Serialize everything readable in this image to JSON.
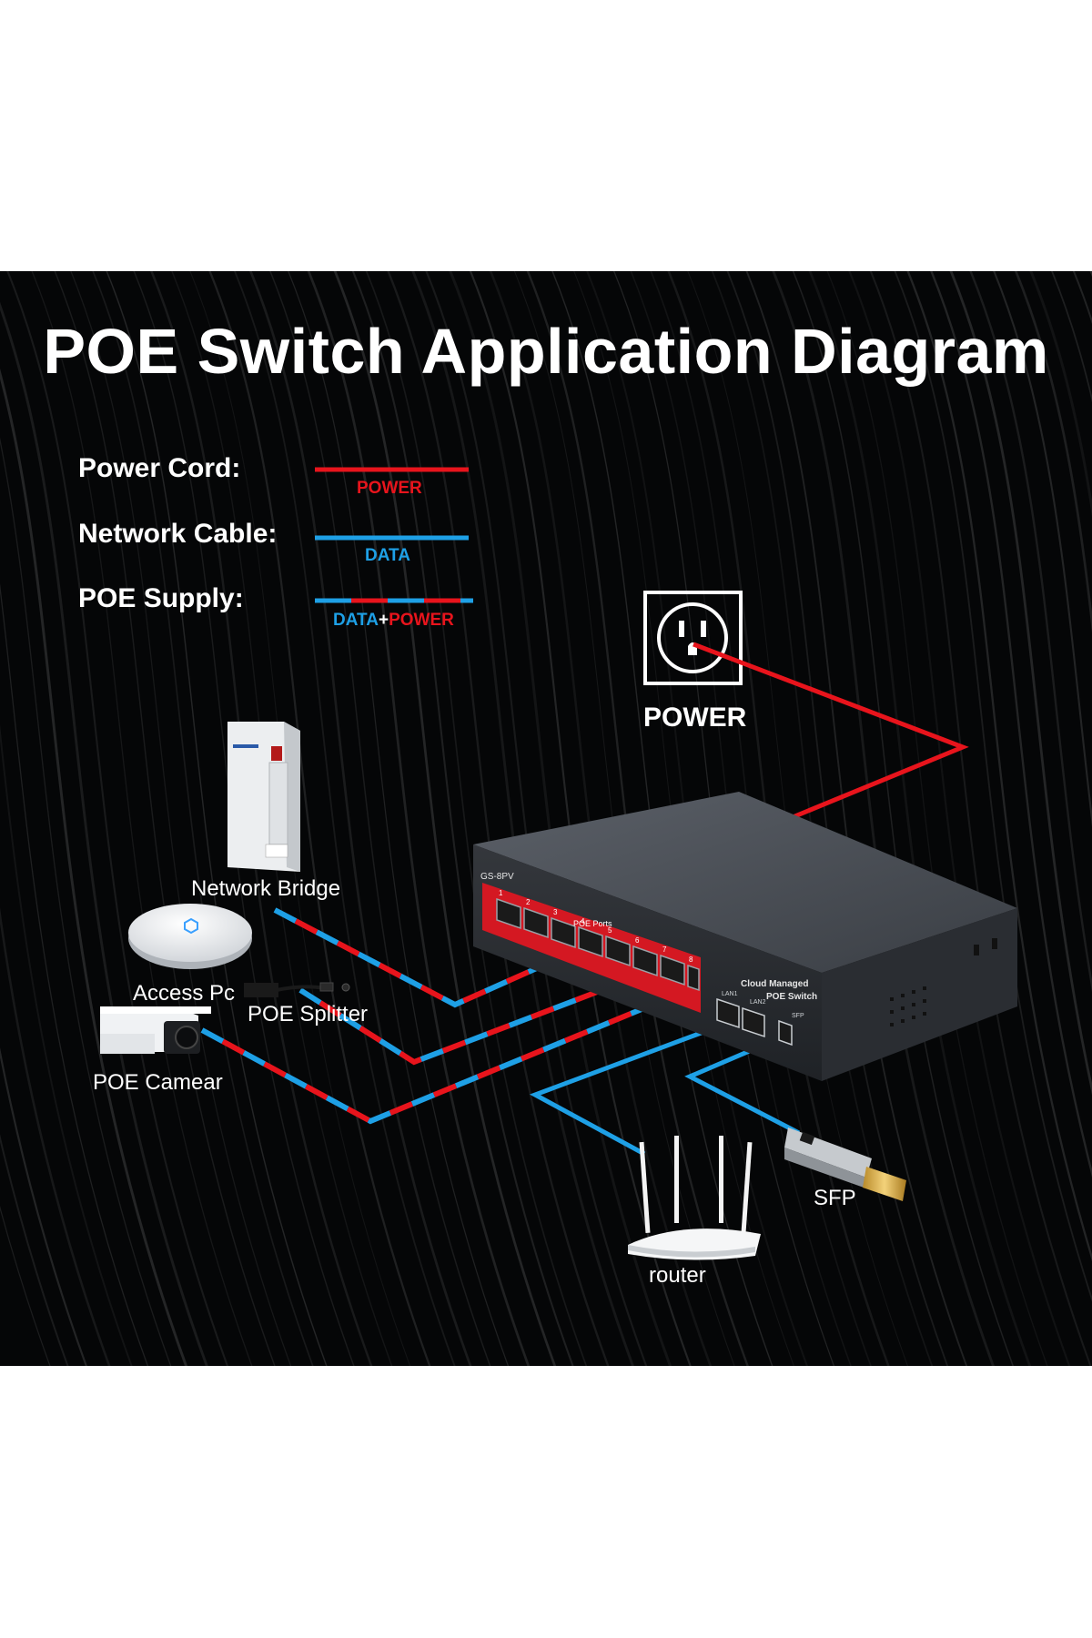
{
  "title": "POE Switch Application Diagram",
  "legend": [
    {
      "label": "Power Cord:",
      "sub": "POWER"
    },
    {
      "label": "Network Cable:",
      "sub": "DATA"
    },
    {
      "label": "POE Supply:",
      "sub_a": "DATA",
      "sub_plus": "+",
      "sub_b": "POWER"
    }
  ],
  "power_outlet": {
    "label": "POWER"
  },
  "devices": {
    "bridge": "Network Bridge",
    "ap": "Access Pc",
    "splitter": "POE Splitter",
    "camera": "POE Camear",
    "router": "router",
    "sfp": "SFP"
  },
  "switch": {
    "model": "GS-8PV",
    "poe_ports": "POE Ports",
    "title_top": "Cloud Managed",
    "title_bottom": "POE Switch",
    "uplink_1": "LAN1",
    "uplink_2": "LAN2",
    "sfp_port": "SFP",
    "port_numbers": [
      "1",
      "2",
      "3",
      "4",
      "5",
      "6",
      "7",
      "8"
    ]
  },
  "colors": {
    "power": "#e8141c",
    "data": "#1ea0e6",
    "panel": "#050607",
    "switch_body": "#3a3e44",
    "port_strip": "#d41822"
  },
  "icons": [
    "power-outlet-icon",
    "network-bridge-icon",
    "access-point-icon",
    "poe-splitter-icon",
    "poe-camera-icon",
    "router-icon",
    "sfp-module-icon",
    "poe-switch-icon"
  ]
}
